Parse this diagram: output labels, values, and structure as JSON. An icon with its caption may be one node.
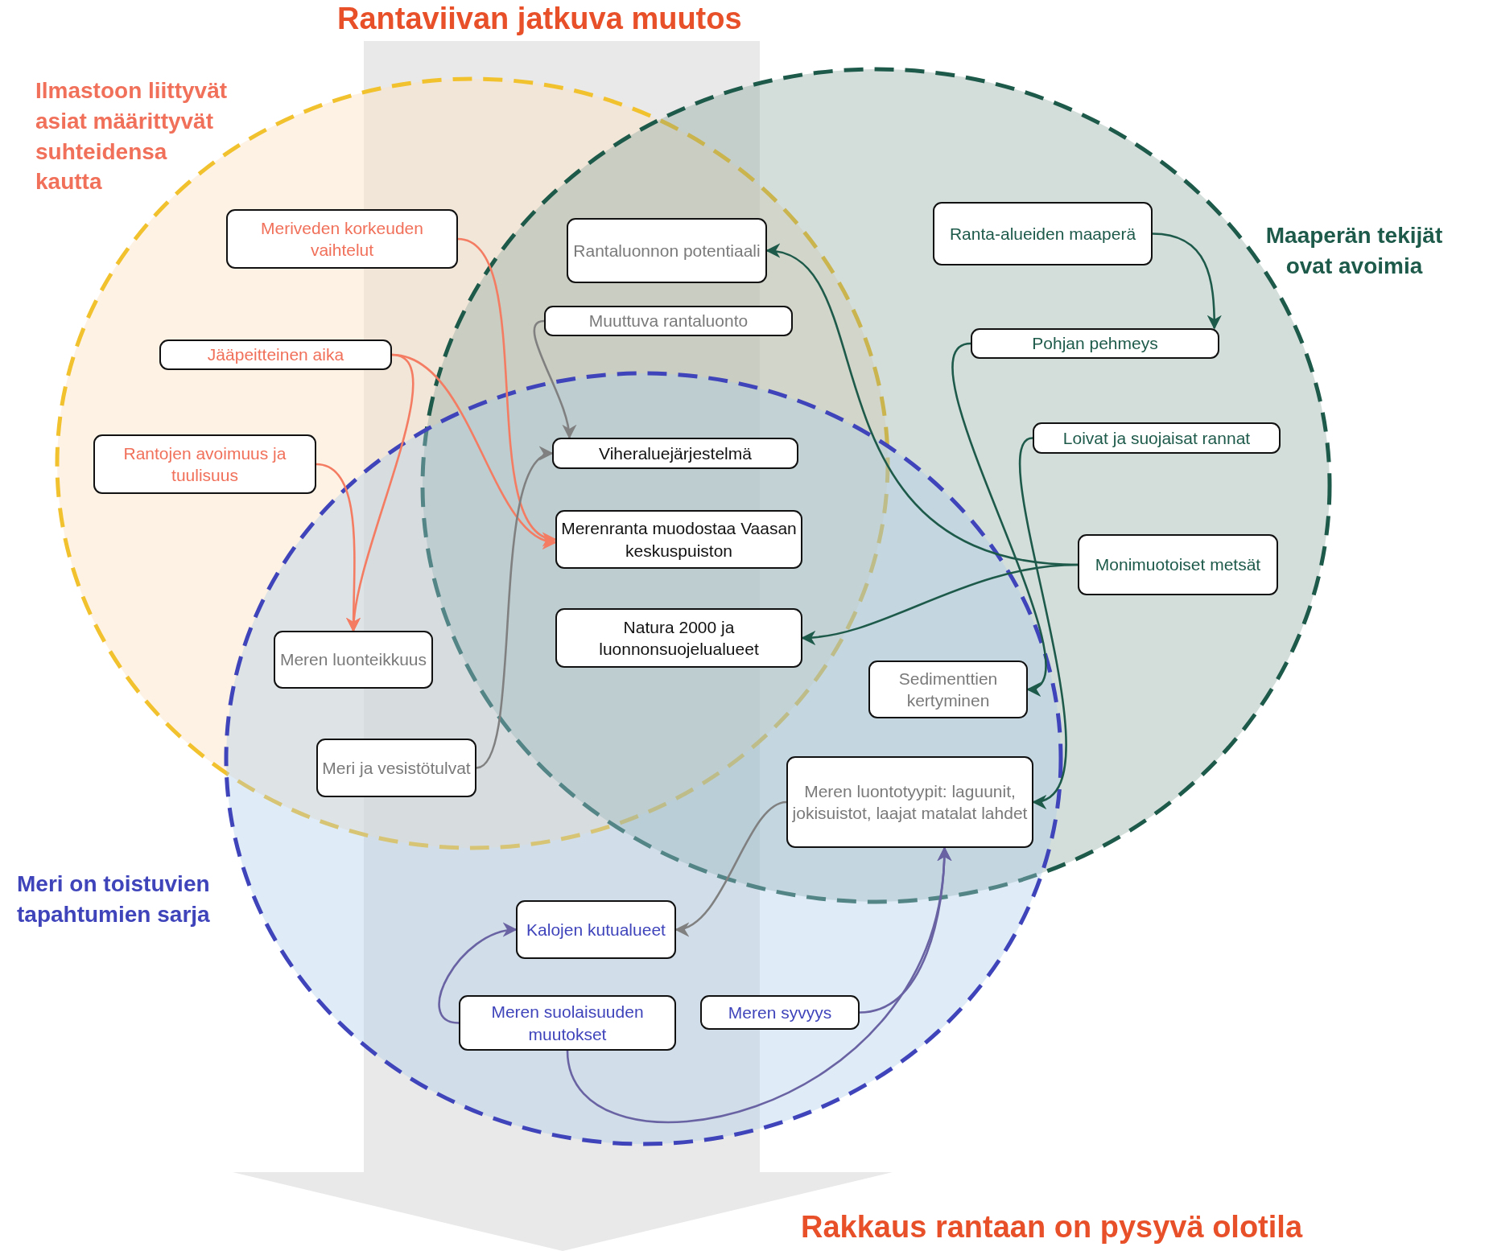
{
  "diagram": {
    "nodes": [
      {
        "text": [
          "Ilmastoon liittyvät asiat määrittyvät suhteidensa kautta"
        ]
      },
      {
        "text": [
          "Meriveden korkeuden vaihtelut"
        ],
        "in": 0
      },
      {
        "text": [
          "Jääpeitteinen aika"
        ],
        "in": 0
      },
      {
        "text": [
          "Rantojen avoimuus ja tuulisuus"
        ],
        "in": 0
      },
      {
        "text": [
          "Maaperän tekijät ovat avoimia"
        ]
      },
      {
        "text": [
          "Ranta-alueiden maaperä"
        ],
        "in": 4
      },
      {
        "text": [
          "Pohjan pehmeys"
        ],
        "in": 4
      },
      {
        "text": [
          "Loivat ja suojaisat rannat"
        ],
        "in": 4
      },
      {
        "text": [
          "Monimuotoiset metsät"
        ],
        "in": 4
      },
      {
        "text": [
          "Rantaluonnon potentiaali"
        ]
      },
      {
        "text": [
          "Muuttuva rantaluonto"
        ]
      },
      {
        "text": [
          "Meri on toistuvien tapahtumien sarja"
        ]
      },
      {
        "text": [
          "Viheraluejärjestelmä"
        ]
      },
      {
        "text": [
          "Merenranta muodostaa Vaasan keskuspuiston"
        ]
      },
      {
        "text": [
          "Natura 2000 ja luonnonsuojelualueet"
        ]
      },
      {
        "text": [
          "Meren luonteikkuus"
        ]
      },
      {
        "text": [
          "Sedimenttien kertyminen"
        ]
      },
      {
        "text": [
          "Meri ja vesistötulvat"
        ]
      },
      {
        "text": [
          "Meren luontotyypit: laguunit, jokisuistot, laajat matalat lahdet"
        ]
      },
      {
        "text": [
          "Kalojen kutualueet"
        ],
        "in": 11
      },
      {
        "text": [
          "Meren suolaisuuden muutokset"
        ],
        "in": 11
      },
      {
        "text": [
          "Meren syvyys"
        ],
        "in": 11
      },
      {
        "text": [
          "Rantaviivan jatkuva muutos"
        ]
      },
      {
        "text": [
          "Rakkaus rantaan on pysyvä olotila"
        ]
      }
    ],
    "edges": [
      {
        "from": 1,
        "to": 13,
        "arrow": "to",
        "color": "#f47c62"
      },
      {
        "from": 2,
        "to": 13,
        "arrow": "to",
        "color": "#f47c62"
      },
      {
        "from": 2,
        "to": 15,
        "arrow": "to",
        "color": "#f47c62"
      },
      {
        "from": 3,
        "to": 15,
        "arrow": "to",
        "color": "#f47c62"
      },
      {
        "from": 10,
        "to": 12,
        "arrow": "to",
        "color": "#808080"
      },
      {
        "from": 17,
        "to": 12,
        "arrow": "to",
        "color": "#808080"
      },
      {
        "from": 5,
        "to": 6,
        "arrow": "to"
      },
      {
        "from": 6,
        "to": 16,
        "arrow": "to"
      },
      {
        "from": 7,
        "to": 18,
        "arrow": "to"
      },
      {
        "from": 8,
        "to": 9,
        "arrow": "to"
      },
      {
        "from": 8,
        "to": 14,
        "arrow": "to"
      },
      {
        "from": 18,
        "to": 19,
        "arrow": "to",
        "color": "#808080"
      },
      {
        "from": 20,
        "to": 19,
        "arrow": "to",
        "color": "#6a63a3"
      },
      {
        "from": 21,
        "to": 18,
        "arrow": "to",
        "color": "#6a63a3"
      },
      {
        "from": 20,
        "to": 18,
        "arrow": "to",
        "color": "#6a63a3"
      },
      {
        "from": 22,
        "to": 23,
        "arrow": "to",
        "style": "thick",
        "color": "#e9e9e9"
      }
    ]
  }
}
